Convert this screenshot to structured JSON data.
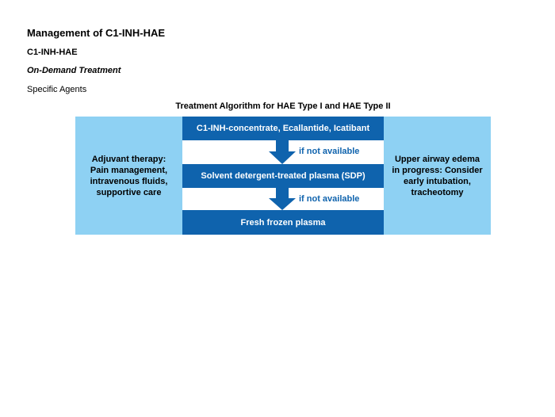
{
  "page": {
    "title": "Management of C1-INH-HAE",
    "subtitle": "C1-INH-HAE",
    "section": "On-Demand Treatment",
    "subsection": "Specific Agents"
  },
  "algorithm": {
    "title": "Treatment Algorithm for HAE Type I and HAE Type II",
    "left_panel": "Adjuvant therapy:\nPain management,\nintravenous fluids,\nsupportive care",
    "right_panel": "Upper airway edema\nin progress: Consider\nearly intubation,\ntracheotomy",
    "steps": [
      "C1-INH-concentrate, Ecallantide, Icatibant",
      "Solvent detergent-treated plasma (SDP)",
      "Fresh frozen plasma"
    ],
    "connectors": [
      "if not available",
      "if not available"
    ]
  },
  "colors": {
    "primary_blue": "#0f63ad",
    "light_blue": "#8ed1f3",
    "connector_text": "#0f63ad"
  }
}
